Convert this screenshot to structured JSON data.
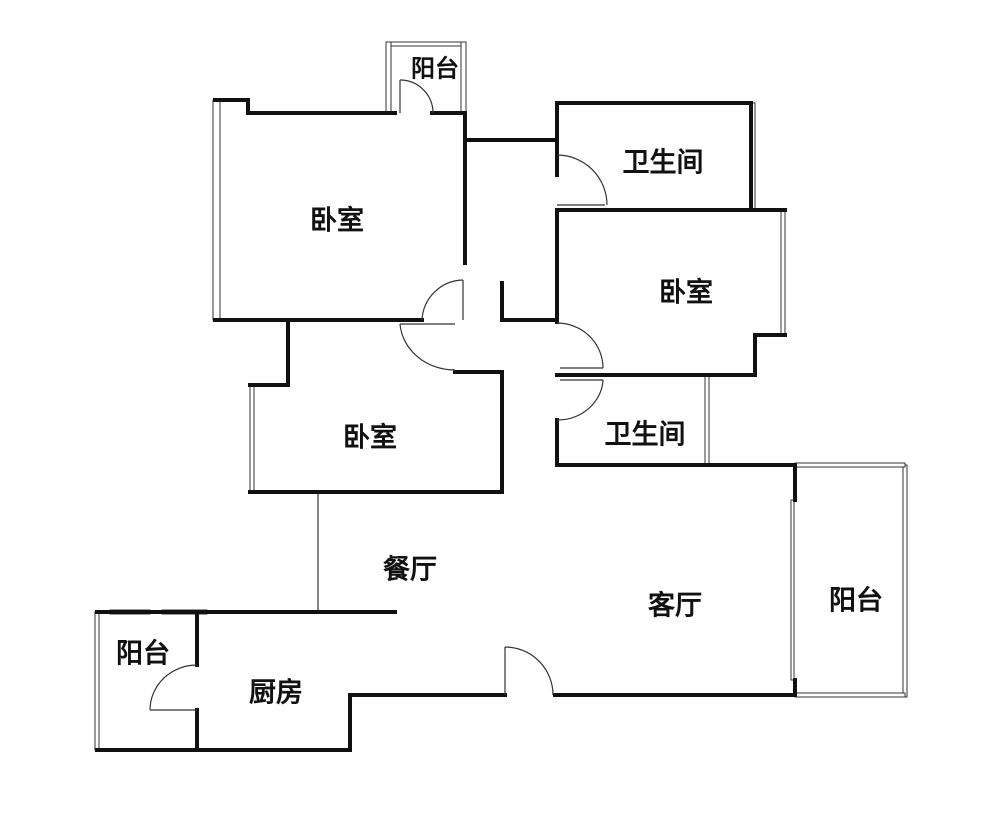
{
  "rooms": {
    "balcony_top": "阳台",
    "bedroom_master": "卧室",
    "bathroom_1": "卫生间",
    "bedroom_2": "卧室",
    "bedroom_3": "卧室",
    "bathroom_2": "卫生间",
    "dining": "餐厅",
    "living": "客厅",
    "balcony_right": "阳台",
    "balcony_left": "阳台",
    "kitchen": "厨房"
  }
}
